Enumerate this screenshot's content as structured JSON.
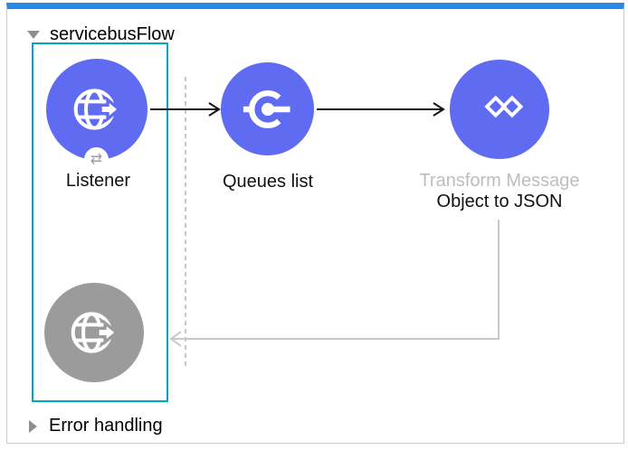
{
  "flow": {
    "title": "servicebusFlow",
    "collapse_icon": "triangle-down-icon",
    "selected": true,
    "error_handling": {
      "label": "Error handling",
      "collapse_icon": "triangle-right-icon"
    }
  },
  "nodes": [
    {
      "id": "listener",
      "label": "Listener",
      "icon": "globe-arrow-icon",
      "badge_icon": "exchange-arrows-icon",
      "badge_glyph": "⇄",
      "color": "#5f6cf1",
      "in_selection_box": true
    },
    {
      "id": "queues-list",
      "label": "Queues list",
      "icon": "service-bus-connector-icon",
      "color": "#5f6cf1"
    },
    {
      "id": "transform-message",
      "label": "Transform Message",
      "sublabel": "Object to JSON",
      "icon": "dataweave-icon",
      "color": "#5f6cf1",
      "label_color": "#bdbdbd"
    },
    {
      "id": "response",
      "label": "",
      "icon": "globe-arrow-icon",
      "color": "#9b9b9b",
      "disabled": true,
      "in_selection_box": true
    }
  ],
  "connectors": [
    {
      "from": "listener",
      "to": "queues-list",
      "style": "solid-black-arrow"
    },
    {
      "from": "queues-list",
      "to": "transform-message",
      "style": "solid-black-arrow"
    },
    {
      "from": "transform-message",
      "to": "response",
      "style": "gray-return-arrow"
    }
  ],
  "dividers": [
    {
      "id": "source-flow-divider",
      "style": "vertical-dashed-gray"
    }
  ],
  "colors": {
    "node_purple": "#5f6cf1",
    "node_gray": "#9b9b9b",
    "selection_teal": "#00a8c8",
    "flow_top_bar_blue": "#2589e5",
    "container_border": "#cccccc",
    "connector_black": "#141414",
    "connector_gray": "#c8c8c8",
    "dashed_divider_gray": "#c6c6c6",
    "muted_label": "#bdbdbd"
  }
}
